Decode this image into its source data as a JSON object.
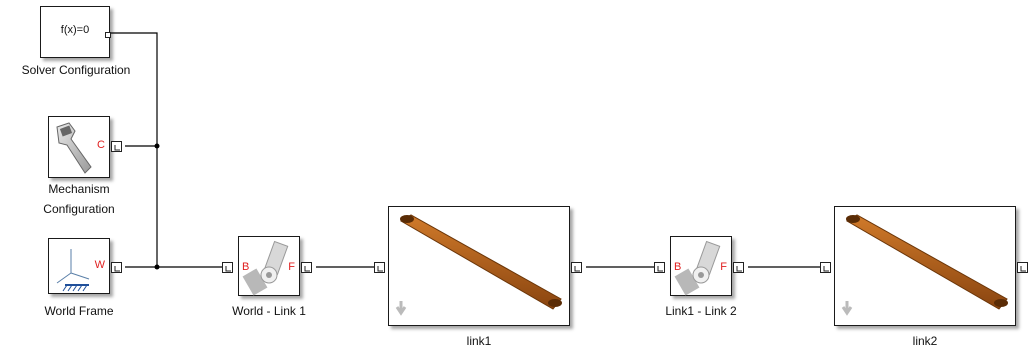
{
  "blocks": {
    "solver": {
      "label": "Solver Configuration",
      "eq": "f(x)=0"
    },
    "mechanism": {
      "label_line1": "Mechanism",
      "label_line2": "Configuration",
      "port_letter": "C"
    },
    "world": {
      "label": "World Frame",
      "port_letter": "W"
    },
    "joint1": {
      "label": "World - Link 1",
      "base_letter": "B",
      "follower_letter": "F"
    },
    "link1": {
      "label": "link1"
    },
    "joint2": {
      "label": "Link1 - Link 2",
      "base_letter": "B",
      "follower_letter": "F"
    },
    "link2": {
      "label": "link2"
    }
  },
  "colors": {
    "link_body": "#b5651d",
    "link_dark": "#7a3d0c",
    "wire": "#000000",
    "port_letter": "#e02020"
  }
}
